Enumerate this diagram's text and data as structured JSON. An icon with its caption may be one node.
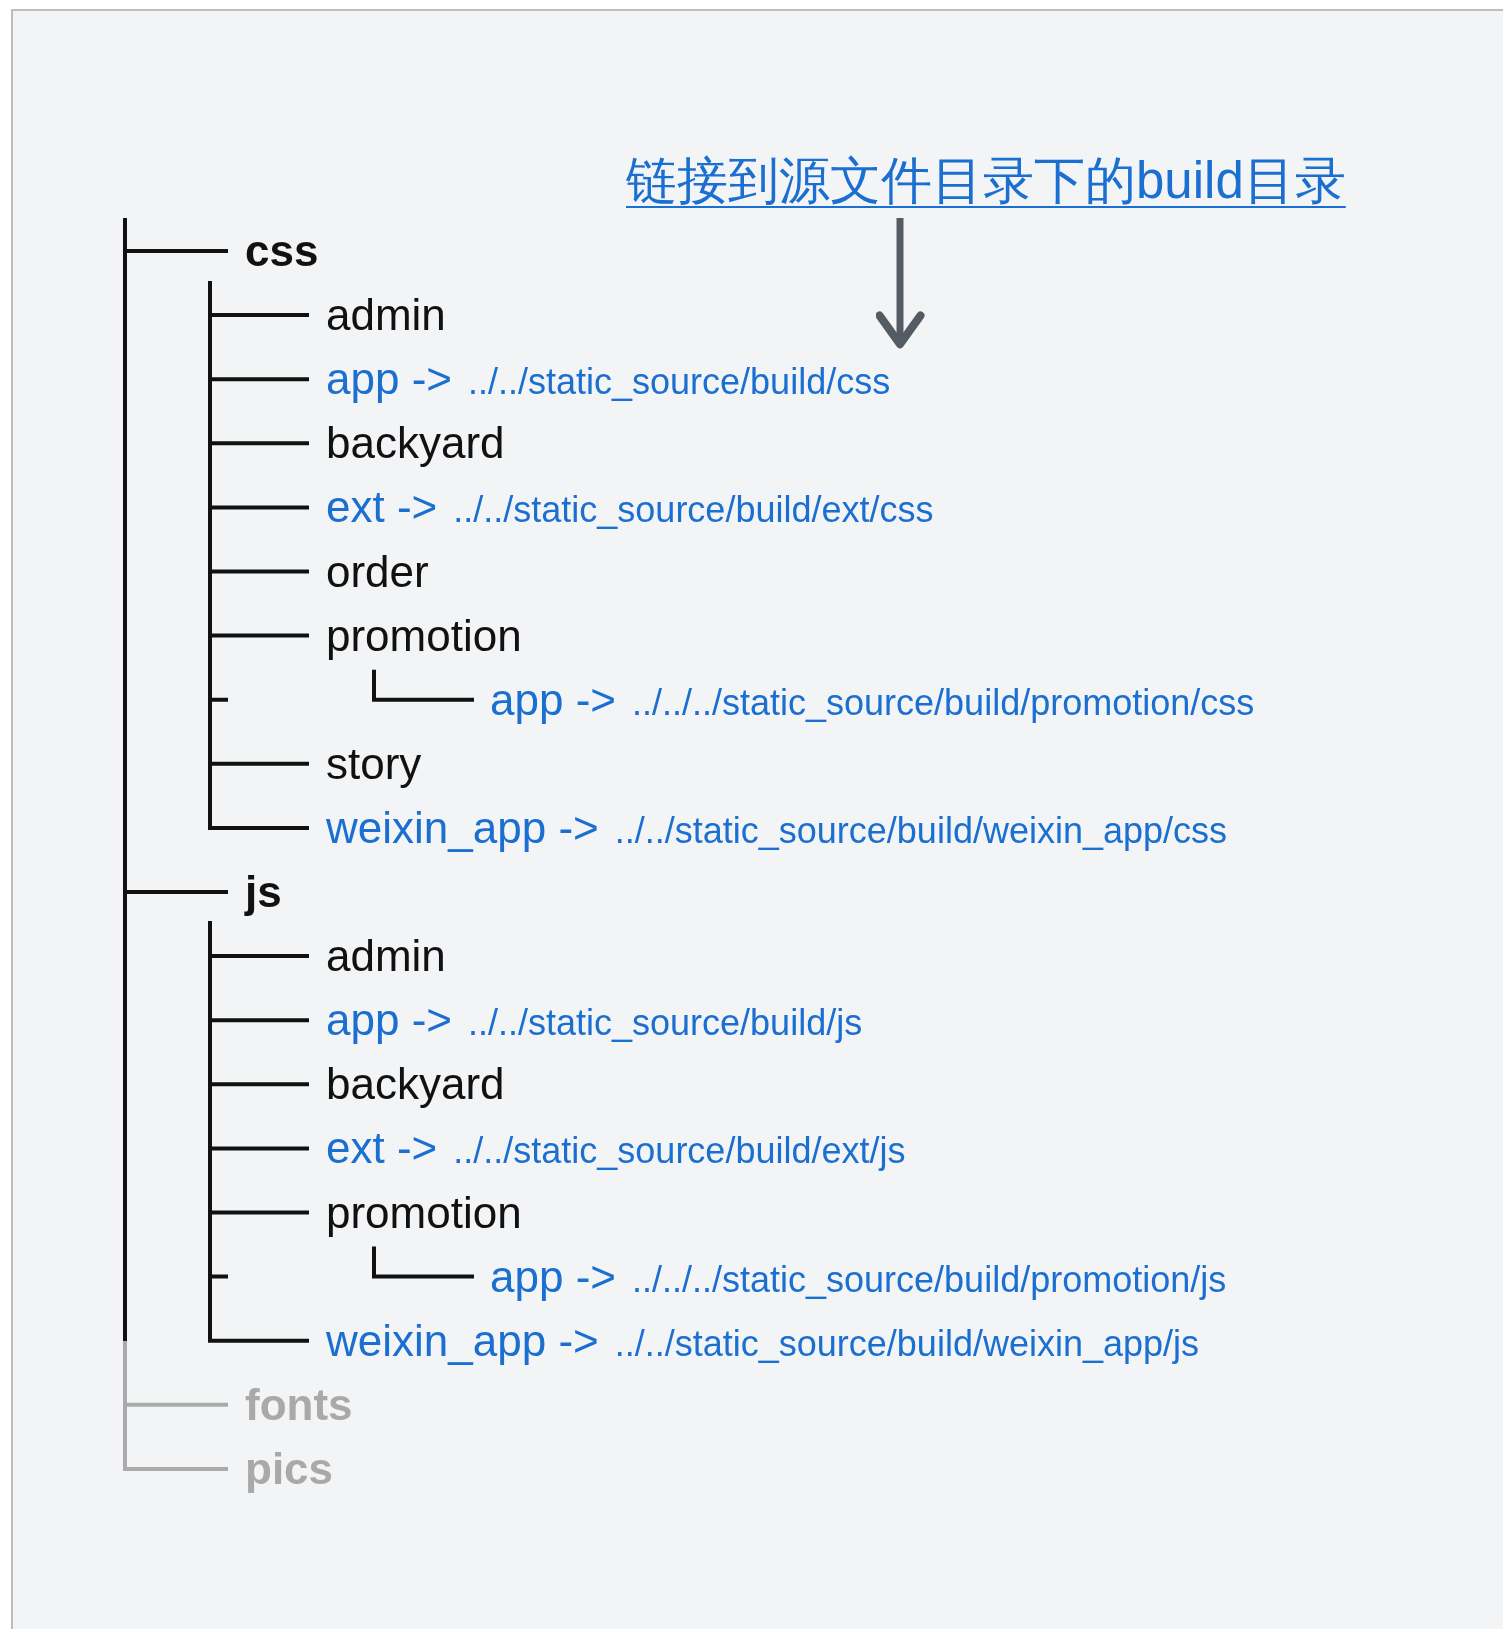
{
  "diagram": {
    "nodes": [
      {
        "text": [
          "链接到源文件目录下的build目录"
        ]
      },
      {
        "text": [
          "app ->",
          "../../static_source/build/css"
        ]
      }
    ],
    "edges": [
      {
        "from": 0,
        "to": 1,
        "arrow": "to"
      }
    ],
    "labels": [
      "css",
      "admin",
      "backyard",
      "ext ->",
      "../../static_source/build/ext/css",
      "order",
      "promotion",
      "app ->",
      "../../../static_source/build/promotion/css",
      "story",
      "weixin_app ->",
      "../../static_source/build/weixin_app/css",
      "js",
      "admin",
      "app ->",
      "../../static_source/build/js",
      "backyard",
      "ext ->",
      "../../static_source/build/ext/js",
      "promotion",
      "app ->",
      "../../../static_source/build/promotion/js",
      "weixin_app ->",
      "../../static_source/build/weixin_app/js",
      "fonts",
      "pics"
    ]
  }
}
